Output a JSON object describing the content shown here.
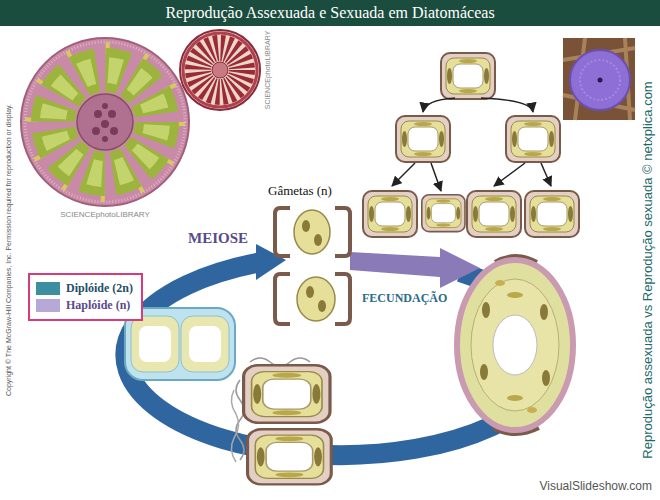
{
  "diagram": {
    "title": "Reprodução Assexuada e Sexuada em Diatomáceas",
    "labels": [
      "Gâmetas (n)",
      "MEIOSE",
      "FECUNDAÇÃO",
      "SCIENCEphotoLIBRARY",
      "SCIENCEphotoLIBRARY",
      "Copyright © The McGraw-Hill Companies, Inc. Permission required for reproduction or display.",
      "Reprodução assexuada vs Reprodução sexuada © netxplica.com",
      "VisualSlideshow.com"
    ],
    "legend": [
      {
        "text": "Diplóide (2n)",
        "color": "#3d8ea0"
      },
      {
        "text": "Haplóide (n)",
        "color": "#b8a8d8"
      }
    ]
  }
}
